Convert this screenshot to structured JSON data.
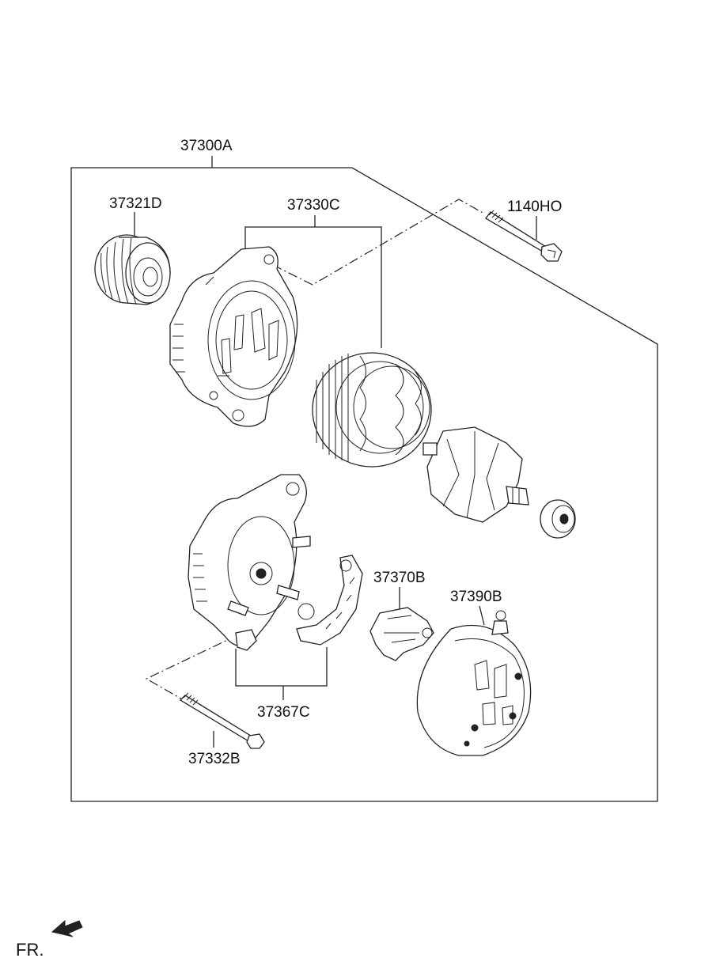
{
  "diagram": {
    "assembly_label": "37300A",
    "direction_label": "FR.",
    "parts": [
      {
        "id": "pulley",
        "label": "37321D",
        "icon": "pulley-icon"
      },
      {
        "id": "front-bracket",
        "label": "37330C",
        "icon": "bracket-icon"
      },
      {
        "id": "through-bolt-front",
        "label": "1140HO",
        "icon": "bolt-icon"
      },
      {
        "id": "rectifier-holder",
        "label": "37370B",
        "icon": "regulator-icon"
      },
      {
        "id": "rear-cover",
        "label": "37390B",
        "icon": "cover-icon"
      },
      {
        "id": "rectifier",
        "label": "37367C",
        "icon": "rectifier-icon"
      },
      {
        "id": "through-bolt-rear",
        "label": "37332B",
        "icon": "bolt-icon"
      }
    ]
  }
}
